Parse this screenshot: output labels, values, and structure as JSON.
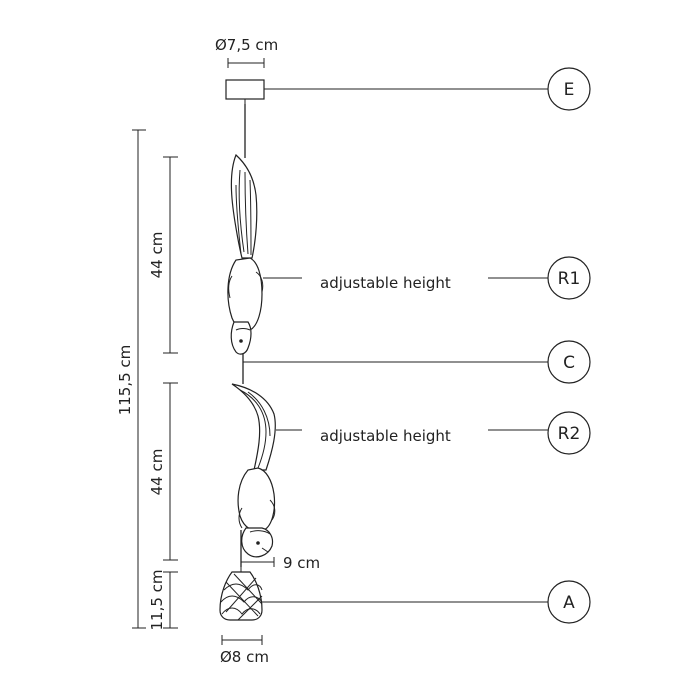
{
  "dimensions": {
    "canopy_diameter": "Ø7,5 cm",
    "total_height": "115,5 cm",
    "r1_height": "44 cm",
    "r2_height": "44 cm",
    "shade_height": "11,5 cm",
    "offset": "9 cm",
    "shade_diameter": "Ø8 cm"
  },
  "annotations": {
    "r1_note": "adjustable height",
    "r2_note": "adjustable height"
  },
  "callouts": {
    "e": "E",
    "r1": "R1",
    "c": "C",
    "r2": "R2",
    "a": "A"
  },
  "colors": {
    "ink": "#222222",
    "background": "#ffffff"
  }
}
